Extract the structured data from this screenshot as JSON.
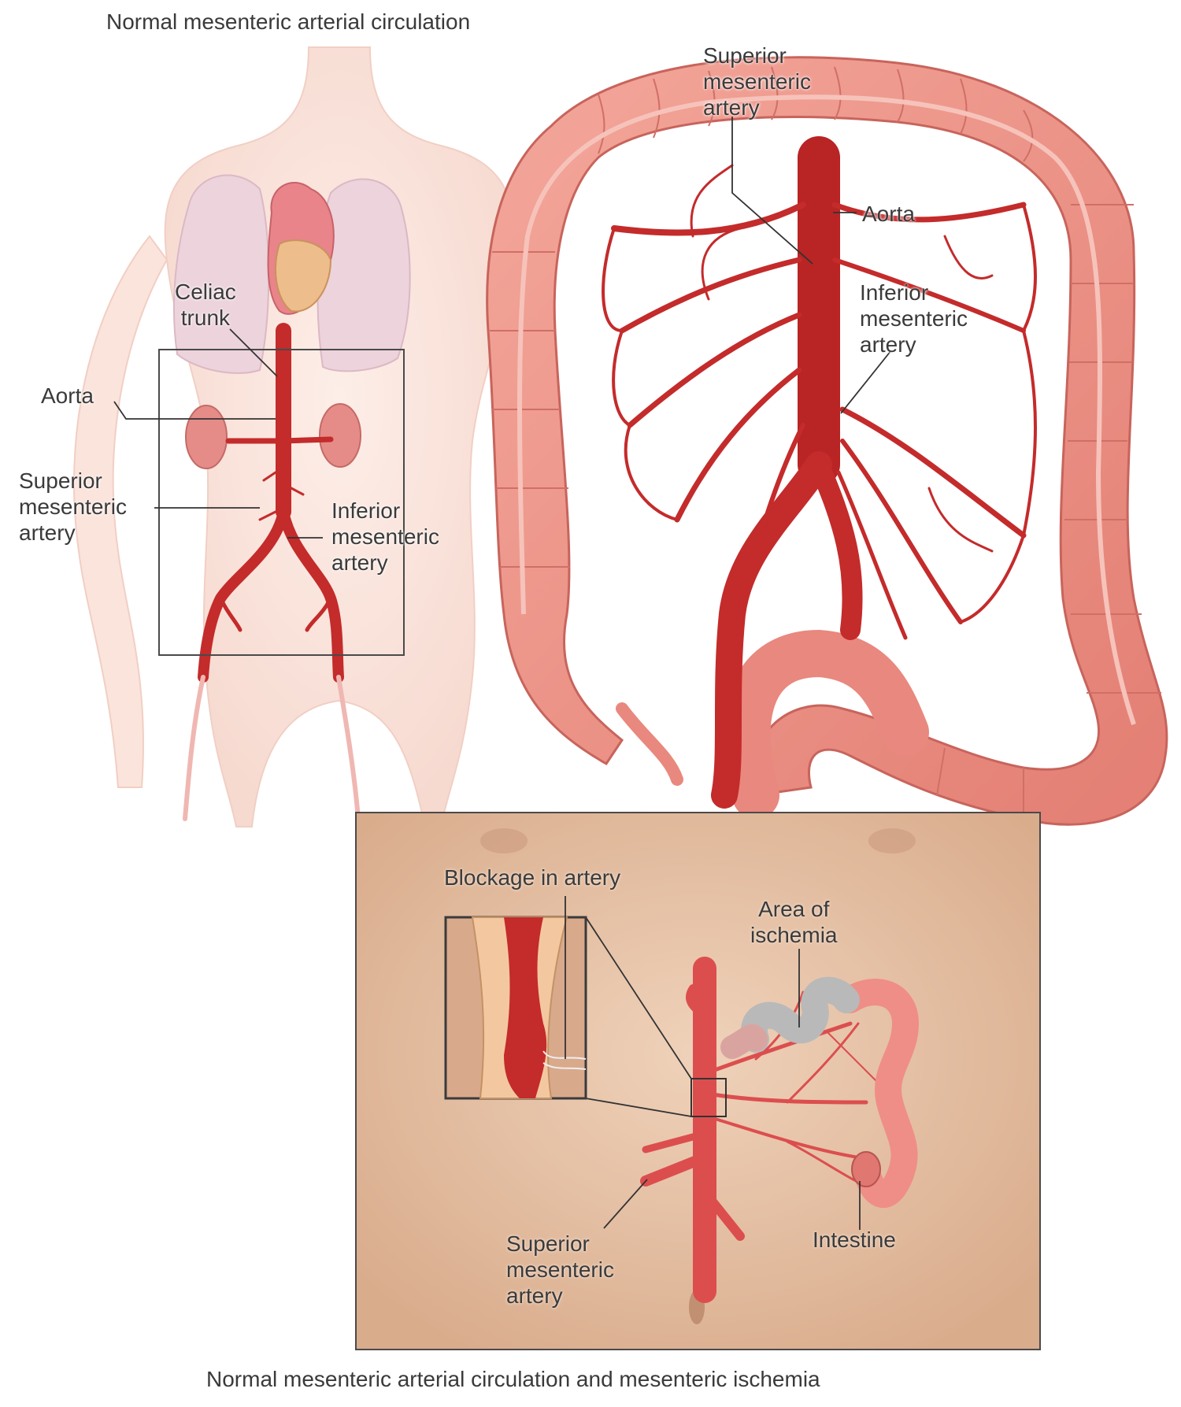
{
  "top_caption": "Normal mesenteric arterial circulation",
  "bottom_caption": "Normal mesenteric arterial circulation and mesenteric ischemia",
  "body_panel": {
    "celiac_trunk": "Celiac\ntrunk",
    "aorta": "Aorta",
    "superior_mesenteric": "Superior\nmesenteric\nartery",
    "inferior_mesenteric": "Inferior\nmesenteric\nartery"
  },
  "colon_panel": {
    "superior_mesenteric": "Superior\nmesenteric\nartery",
    "aorta": "Aorta",
    "inferior_mesenteric": "Inferior\nmesenteric\nartery"
  },
  "ischemia_panel": {
    "blockage": "Blockage in artery",
    "area_ischemia": "Area of\nischemia",
    "superior_mesenteric": "Superior\nmesenteric\nartery",
    "intestine": "Intestine"
  },
  "colors": {
    "artery": "#c42b2b",
    "artery_dark": "#9e1c1c",
    "colon": "#ee8f84",
    "colon_edge": "#c8645c",
    "skin_light": "#fbe9e3",
    "skin_torso": "#e8c3a6",
    "ischemia_gray": "#b9b9b9"
  }
}
